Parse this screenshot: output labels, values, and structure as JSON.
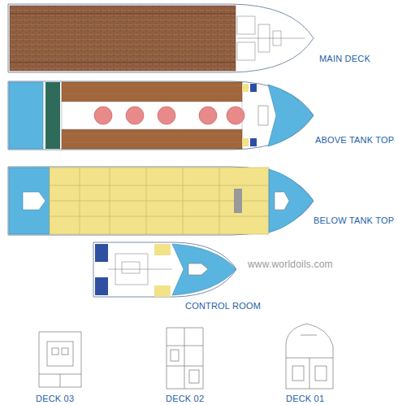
{
  "diagram": {
    "labels": [
      "MAIN DECK",
      "ABOVE TANK TOP",
      "BELOW TANK TOP",
      "www.worldoils.com",
      "CONTROL ROOM",
      "DECK 03",
      "DECK 02",
      "DECK 01"
    ]
  }
}
